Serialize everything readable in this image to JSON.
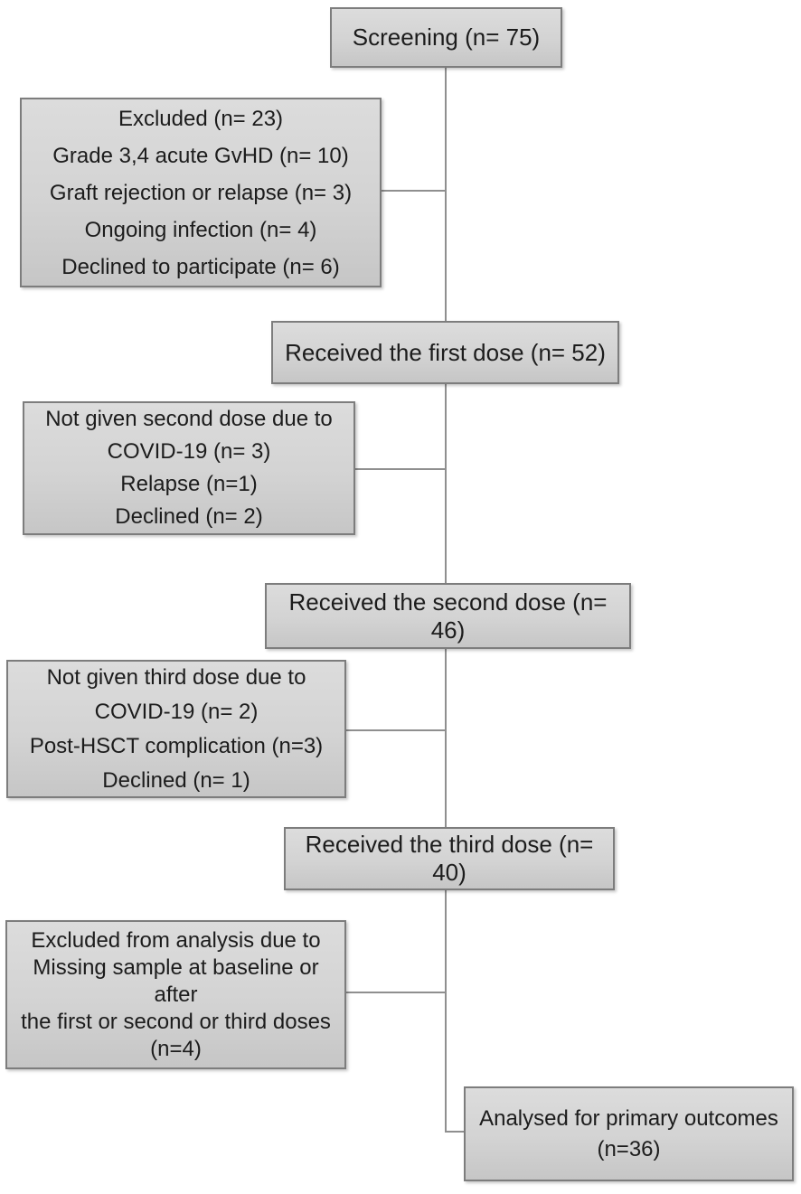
{
  "nodes": {
    "screening": {
      "label": "Screening (n= 75)"
    },
    "excluded_screening": {
      "lines": [
        "Excluded (n= 23)",
        "Grade 3,4 acute GvHD (n= 10)",
        "Graft rejection or relapse (n= 3)",
        "Ongoing infection (n= 4)",
        "Declined to participate (n= 6)"
      ]
    },
    "first_dose": {
      "label": "Received the first dose (n= 52)"
    },
    "not_given_second_dose": {
      "lines": [
        "Not given second dose due to COVID-19 (n= 3)",
        "Relapse (n=1)",
        "Declined (n= 2)"
      ]
    },
    "second_dose": {
      "label": "Received the second dose (n= 46)"
    },
    "not_given_third_dose": {
      "lines": [
        "Not given third dose due to COVID-19 (n= 2)",
        "Post-HSCT complication (n=3)",
        "Declined (n= 1)"
      ]
    },
    "third_dose": {
      "label": "Received the third dose (n= 40)"
    },
    "excluded_analysis": {
      "lines": [
        "Excluded from analysis due to",
        "Missing sample at baseline or after",
        "the first or second or third doses",
        "(n=4)"
      ]
    },
    "analysed": {
      "lines": [
        "Analysed for primary outcomes",
        "(n=36)"
      ]
    }
  },
  "colors": {
    "box_fill_top": "#dcdcdc",
    "box_fill_bottom": "#c6c6c6",
    "box_border": "#7d7d7d",
    "connector": "#8f8f8f",
    "text": "#1c1c1c",
    "background": "#ffffff"
  }
}
